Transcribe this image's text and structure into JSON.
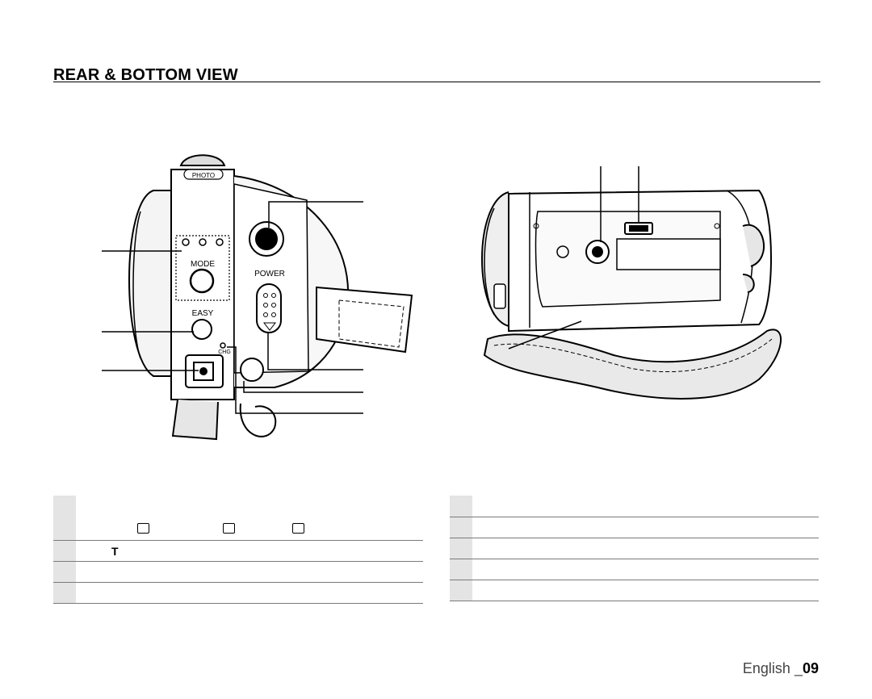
{
  "page": {
    "title": "REAR & BOTTOM VIEW",
    "footer_lang": "English _",
    "footer_page": "09"
  },
  "rear_view_labels": {
    "photo": "PHOTO",
    "mode": "MODE",
    "easy": "EASY",
    "power": "POWER",
    "chg": "CHG"
  },
  "legend_left": {
    "row2_letter": "T"
  },
  "icons": {
    "movie": "movie-camera-icon",
    "photo": "photo-camera-icon",
    "play": "play-icon"
  }
}
